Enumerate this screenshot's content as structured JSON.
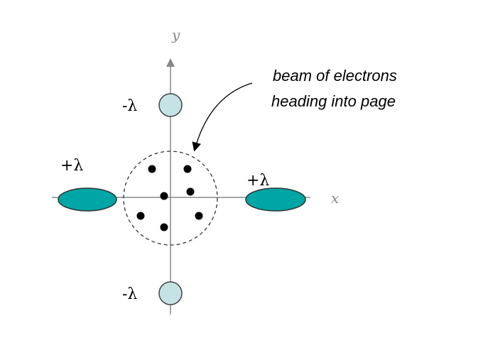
{
  "axes": {
    "x_label": "x",
    "y_label": "y"
  },
  "charges": {
    "top": "-λ",
    "bottom": "-λ",
    "left": "+λ",
    "right": "+λ"
  },
  "annotation": {
    "line1": "beam of electrons",
    "line2": "heading into page"
  },
  "colors": {
    "positive": "#00a5a5",
    "negative": "#c5e3e5",
    "axis": "#888888"
  }
}
